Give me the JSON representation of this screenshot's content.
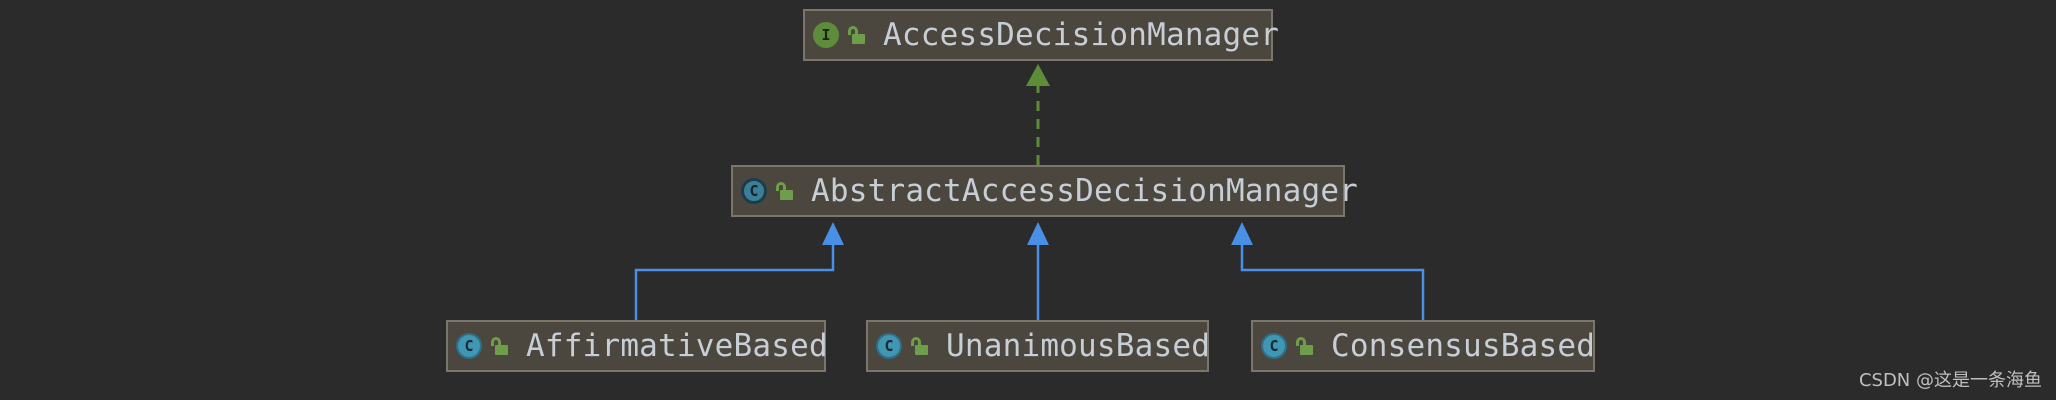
{
  "nodes": {
    "access_decision_manager": {
      "label": "AccessDecisionManager",
      "kind_letter": "I"
    },
    "abstract_access_decision_manager": {
      "label": "AbstractAccessDecisionManager",
      "kind_letter": "C"
    },
    "affirmative_based": {
      "label": "AffirmativeBased",
      "kind_letter": "C"
    },
    "unanimous_based": {
      "label": "UnanimousBased",
      "kind_letter": "C"
    },
    "consensus_based": {
      "label": "ConsensusBased",
      "kind_letter": "C"
    }
  },
  "watermark": "CSDN @这是一条海鱼",
  "colors": {
    "background": "#2b2b2b",
    "node_fill": "#4b473e",
    "node_border": "#7a766c",
    "text": "#c7ced6",
    "implements_edge": "#5e8d3a",
    "extends_edge": "#4a8fe6"
  },
  "icons": {
    "interface_badge": "interface-icon",
    "class_badge": "class-icon",
    "abstract_badge": "abstract-class-icon",
    "visibility": "public-lock-icon"
  }
}
